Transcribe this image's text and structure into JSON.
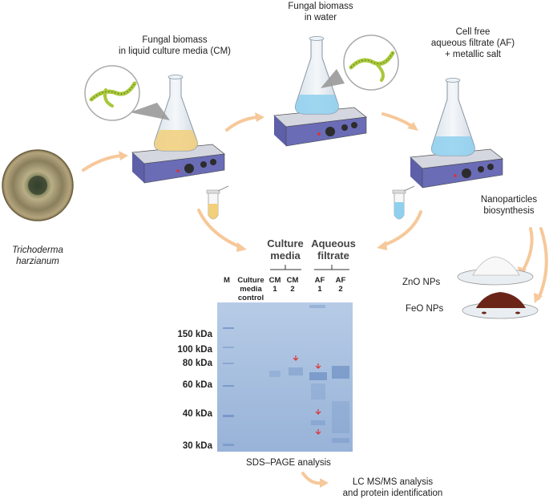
{
  "labels": {
    "organism_line1": "Trichoderma",
    "organism_line2": "harzianum",
    "cm_line1": "Fungal biomass",
    "cm_line2": "in liquid culture media (CM)",
    "water_line1": "Fungal biomass",
    "water_line2": "in water",
    "af_line1": "Cell free",
    "af_line2": "aqueous filtrate (AF)",
    "af_line3": "+ metallic salt",
    "np_line1": "Nanoparticles",
    "np_line2": "biosynthesis",
    "zno": "ZnO NPs",
    "feo": "FeO NPs",
    "sds": "SDS–PAGE analysis",
    "lcms_line1": "LC MS/MS analysis",
    "lcms_line2": "and protein identification"
  },
  "gel": {
    "group_culture_line1": "Culture",
    "group_culture_line2": "media",
    "group_aqueous_line1": "Aqueous",
    "group_aqueous_line2": "filtrate",
    "lanes": {
      "m": "M",
      "control_line1": "Culture",
      "control_line2": "media",
      "control_line3": "control",
      "cm1_a": "CM",
      "cm1_b": "1",
      "cm2_a": "CM",
      "cm2_b": "2",
      "af1_a": "AF",
      "af1_b": "1",
      "af2_a": "AF",
      "af2_b": "2"
    },
    "markers": [
      "150 kDa",
      "100 kDa",
      "80 kDa",
      "60 kDa",
      "40 kDa",
      "30 kDa"
    ]
  },
  "colors": {
    "arrow": "#f6c89a",
    "gel": "#9fb9dc",
    "stirrer": "#6a6cb6",
    "red_marker": "#e03030"
  }
}
